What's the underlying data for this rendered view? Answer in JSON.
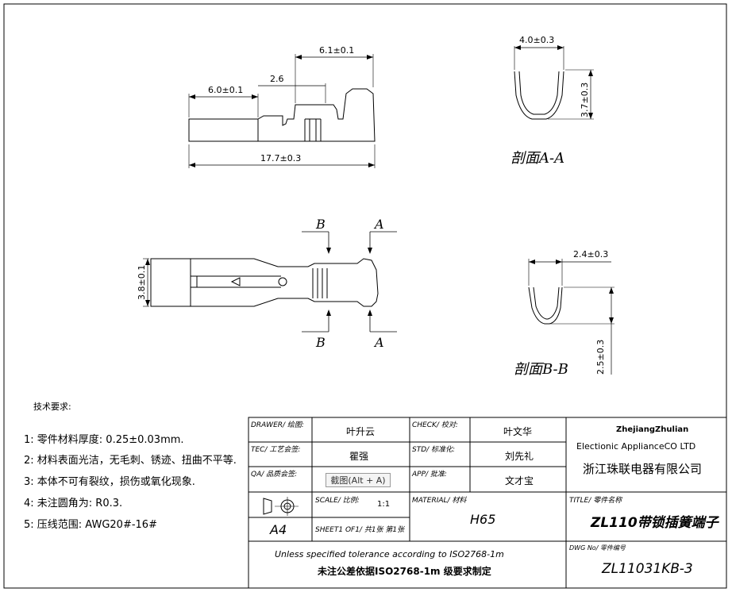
{
  "side_view": {
    "dims": {
      "d61": "6.1±0.1",
      "d60": "6.0±0.1",
      "d26": "2.6",
      "d177": "17.7±0.3"
    }
  },
  "section_aa": {
    "dims": {
      "width": "4.0±0.3",
      "height": "3.7±0.3"
    },
    "label": "剖面A-A"
  },
  "top_view": {
    "dims": {
      "width": "3.8±0.1"
    },
    "markers": {
      "b": "B",
      "a": "A"
    }
  },
  "section_bb": {
    "dims": {
      "width": "2.4±0.3",
      "height": "2.5±0.3"
    },
    "label": "剖面B-B"
  },
  "notes": {
    "title": "技术要求:",
    "items": [
      "1: 零件材料厚度: 0.25±0.03mm.",
      "2: 材料表面光洁，无毛刺、锈迹、扭曲不平等.",
      "3: 本体不可有裂纹，损伤或氧化现象.",
      "4: 未注圆角为: R0.3.",
      "5: 压线范围: AWG20#-16#"
    ]
  },
  "title_block": {
    "drawer_label": "DRAWER/ 绘图:",
    "drawer_value": "叶升云",
    "check_label": "CHECK/ 校对:",
    "check_value": "叶文华",
    "tec_label": "TEC/ 工艺会签:",
    "tec_value": "瞿强",
    "std_label": "STD/ 标准化:",
    "std_value": "刘先礼",
    "qa_label": "QA/ 品质会签:",
    "app_label": "APP/ 批准:",
    "app_value": "文才宝",
    "scale_label": "SCALE/ 比例:",
    "scale_value": "1:1",
    "paper": "A4",
    "sheet_label": "SHEET1 OF1/ 共1张 第1张",
    "material_label": "MATERIAL/ 材料",
    "material_value": "H65",
    "title_label": "TITLE/ 零件名称",
    "title_value": "ZL110带锁插簧端子",
    "company_short": "ZhejiangZhulian",
    "company_en": "Electionic ApplianceCO LTD",
    "company_cn": "浙江珠联电器有限公司",
    "tolerance_en": "Unless specified tolerance according to ISO2768-1m",
    "tolerance_cn": "未注公差依据ISO2768-1m 级要求制定",
    "dwg_label": "DWG No/ 零件编号",
    "dwg_value": "ZL11031KB-3"
  },
  "tooltip": {
    "text": "截图(Alt + A)"
  }
}
